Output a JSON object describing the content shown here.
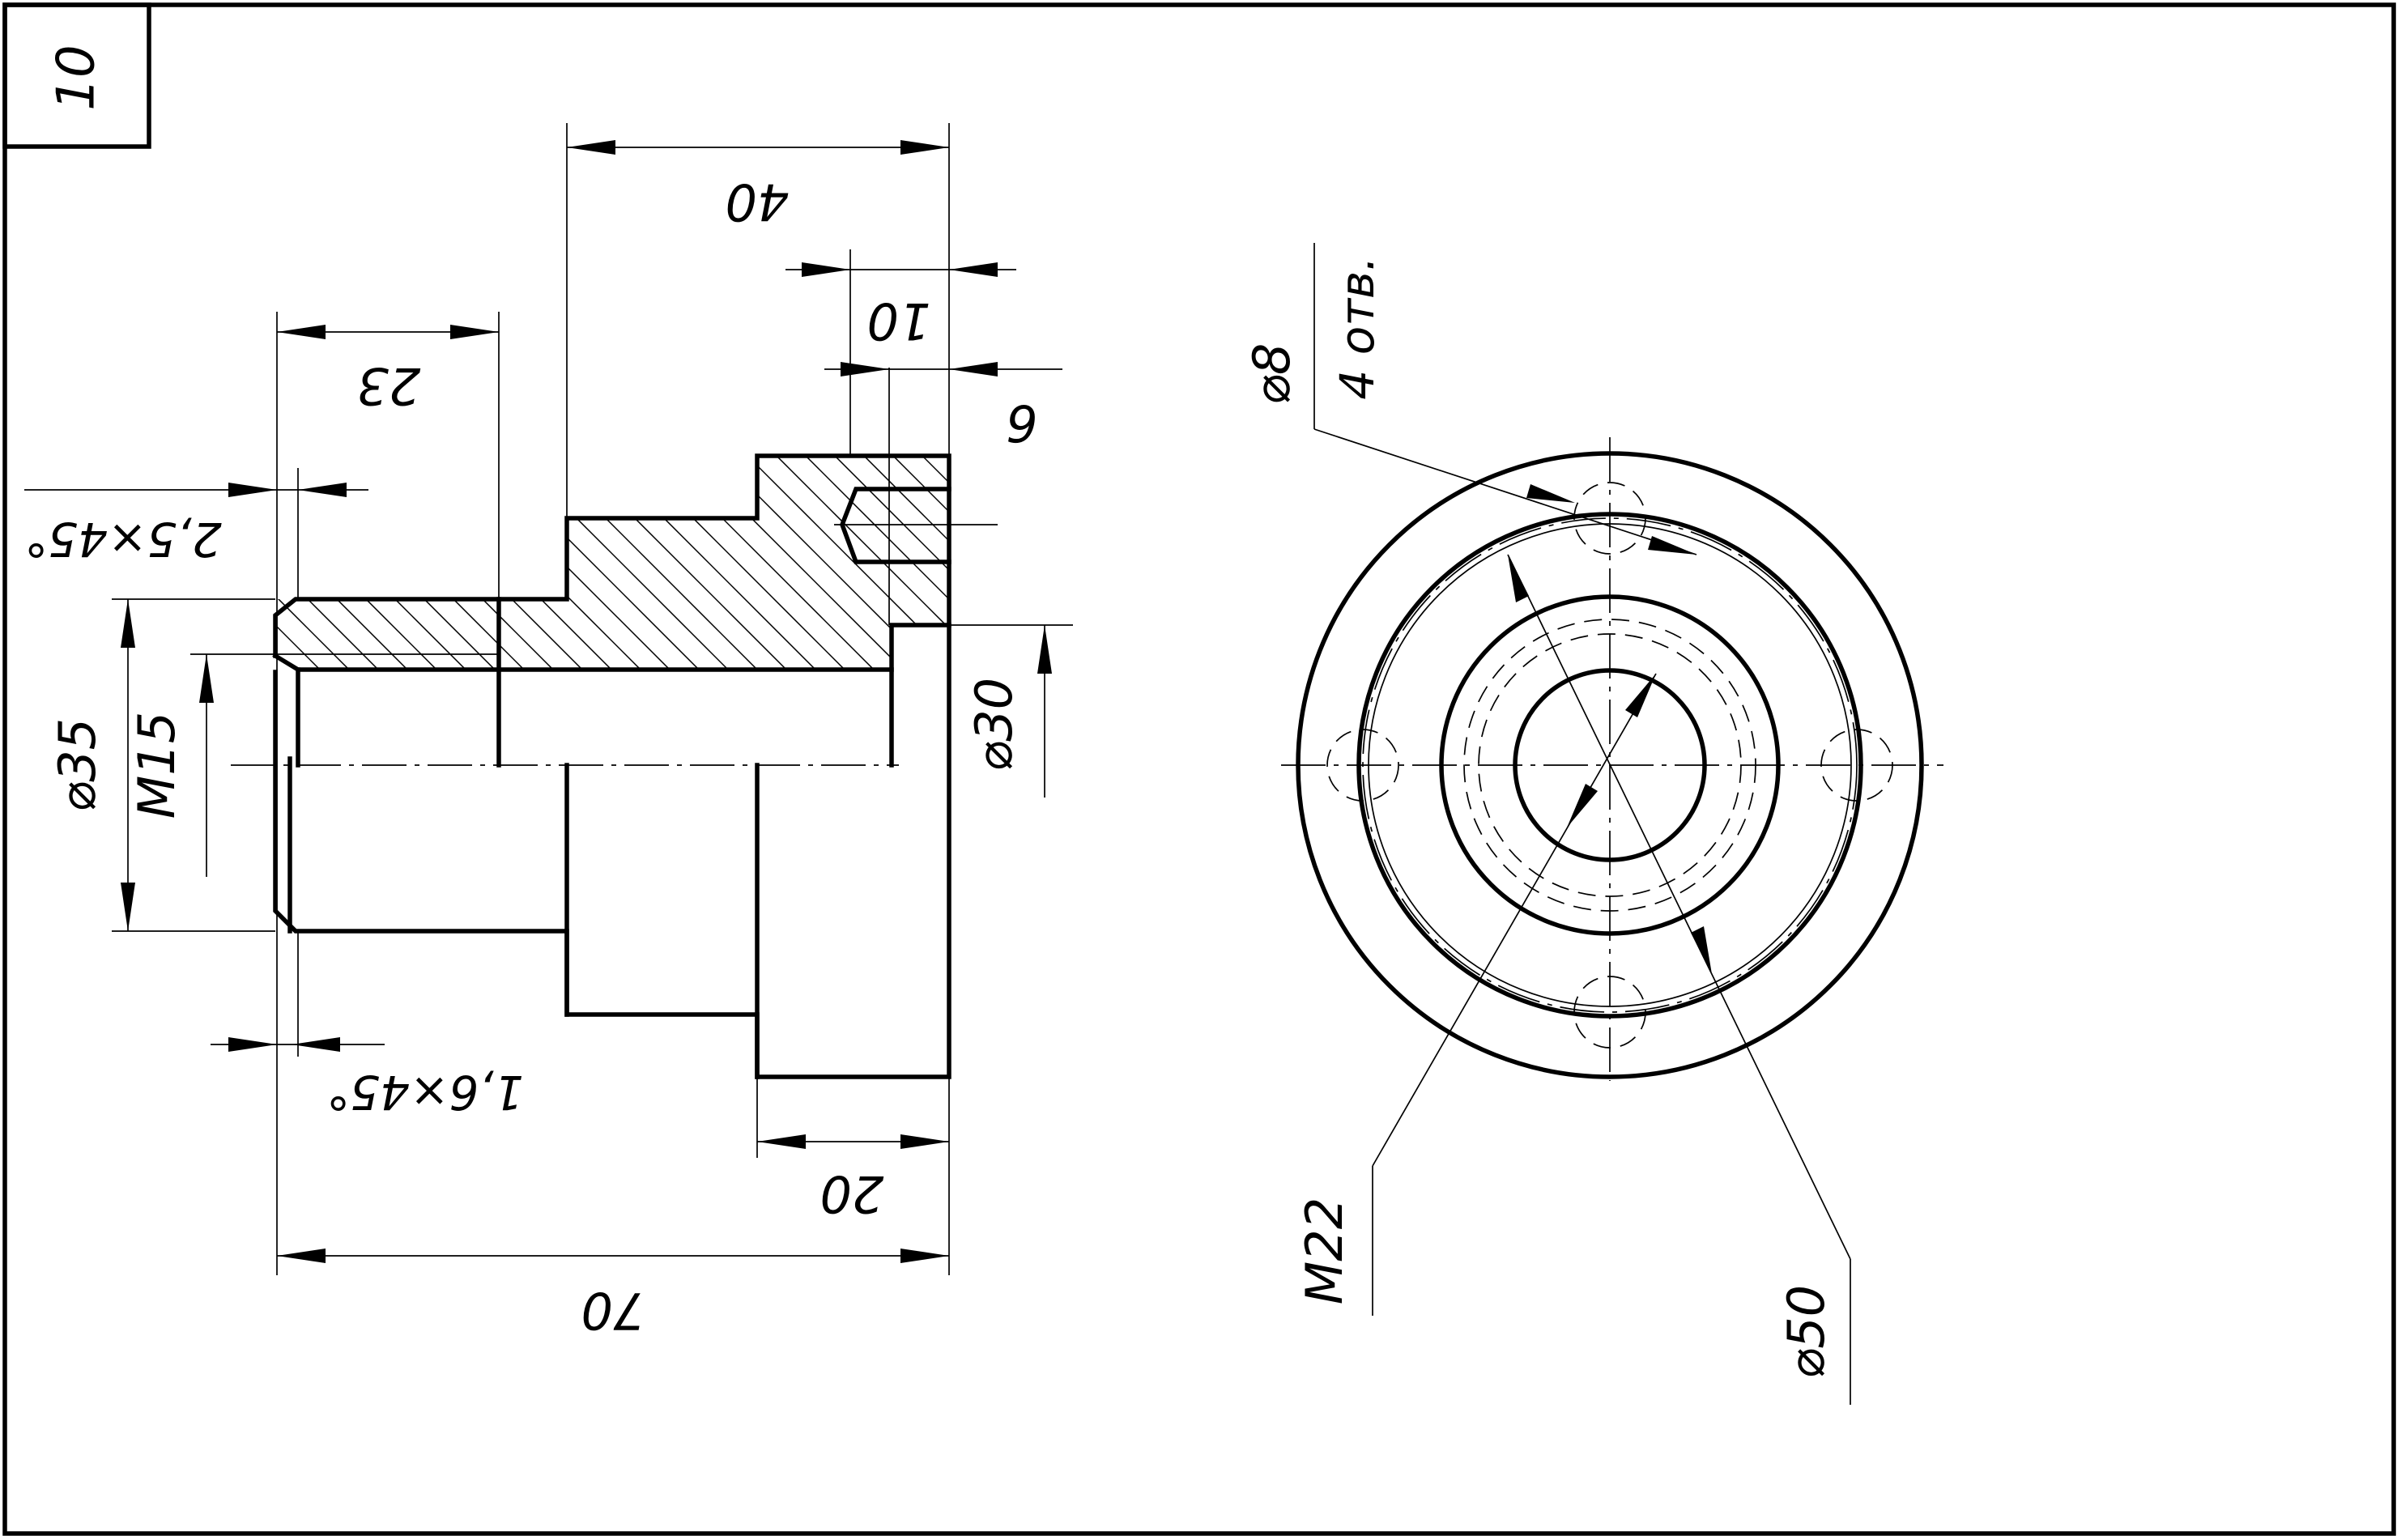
{
  "sheet": {
    "number": "10"
  },
  "front_view": {
    "dimensions": {
      "overall_length": "70",
      "collar_length": "40",
      "counterbore_length": "10",
      "hole_depth": "6",
      "thread_length": "23",
      "flange_length": "20",
      "dia_outer_thread": "⌀35",
      "thread": "M15",
      "dia_bore": "⌀30",
      "chamfer_outer": "2,5×45°",
      "chamfer_inner": "1,6×45°"
    }
  },
  "side_view": {
    "hole_dia": "⌀8",
    "hole_count": "4 отв.",
    "thread": "M22",
    "dia_pitch_circle": "⌀50"
  }
}
